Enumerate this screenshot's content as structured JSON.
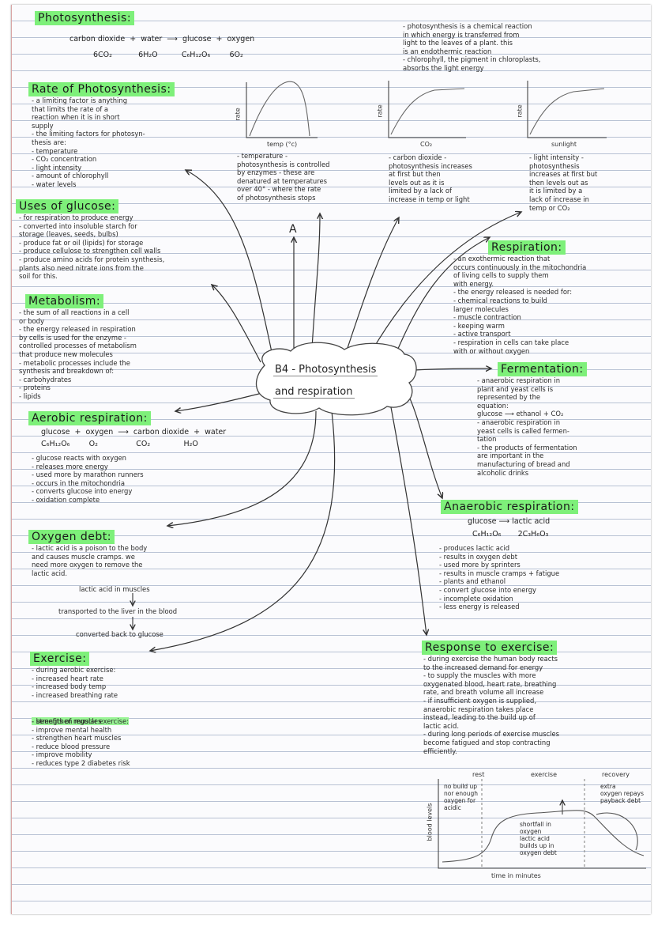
{
  "photosynthesis": {
    "title": "Photosynthesis:",
    "equation_words": "carbon dioxide  +  water  ⟶  glucose  +  oxygen",
    "equation_symbols": "6CO₂           6H₂O          C₆H₁₂O₆        6O₂",
    "notes": "- photosynthesis is a chemical reaction\n  in which energy is transferred from\n  light to the leaves of a plant. this\n  is an endothermic reaction\n- chlorophyll, the pigment in chloroplasts,\n  absorbs the light energy"
  },
  "rate": {
    "title": "Rate of Photosynthesis:",
    "notes": "- a limiting factor is anything\n  that limits the rate of a\n  reaction when it is in short\n  supply\n- the limiting factors for photosyn-\n  thesis are:\n  - temperature\n  - CO₂ concentration\n  - light intensity\n  - amount of chlorophyll\n  - water levels"
  },
  "graphs": [
    {
      "ylabel": "rate",
      "xlabel": "temp (°c)",
      "caption": "- temperature -\nphotosynthesis is controlled\nby enzymes - these are\ndenatured at temperatures\nover 40° - where the rate\nof photosynthesis stops"
    },
    {
      "ylabel": "rate",
      "xlabel": "CO₂",
      "caption": "- carbon dioxide -\nphotosynthesis increases\nat first but then\nlevels out as it is\nlimited by a lack of\nincrease in temp or light"
    },
    {
      "ylabel": "rate",
      "xlabel": "sunlight",
      "caption": "- light intensity -\nphotosynthesis\nincreases at first but\nthen levels out as\nit is limited by a\nlack of increase in\ntemp or CO₂"
    }
  ],
  "uses": {
    "title": "Uses of glucose:",
    "notes": "- for respiration to produce energy\n- converted into insoluble starch for\n  storage (leaves, seeds, bulbs)\n- produce fat or oil (lipids) for storage\n- produce cellulose to strengthen cell walls\n- produce amino acids for protein synthesis,\n  plants also need nitrate ions from the\n  soil for this."
  },
  "arrow_label": "A",
  "metabolism": {
    "title": "Metabolism:",
    "notes": "- the sum of all reactions in a cell\n  or body\n- the energy released in respiration\n  by cells is used for the enzyme -\n  controlled processes of metabolism\n  that produce new molecules\n- metabolic processes include the\n  synthesis and breakdown of:\n  - carbohydrates\n  - proteins\n  - lipids"
  },
  "center": {
    "line1": "B4 - Photosynthesis",
    "line2": "and respiration"
  },
  "respiration": {
    "title": "Respiration:",
    "notes": "- an exothermic reaction that\n  occurs continuously in the mitochondria\n  of living cells to supply them\n  with energy.\n- the energy released is needed for:\n  - chemical reactions to build\n    larger molecules\n  - muscle contraction\n  - keeping warm\n  - active transport\n- respiration in cells can take place\n  with or without oxygen"
  },
  "fermentation": {
    "title": "Fermentation:",
    "notes": "- anaerobic respiration in\n  plant and yeast cells is\n  represented by the\n  equation:\n  glucose ⟶ ethanol + CO₂\n- anaerobic respiration in\n  yeast cells is called fermen-\n  tation\n- the products of fermentation\n  are important in the\n  manufacturing of bread and\n  alcoholic drinks"
  },
  "aerobic": {
    "title": "Aerobic respiration:",
    "equation_words": "glucose  +  oxygen  ⟶  carbon dioxide  +  water",
    "equation_symbols": "C₆H₁₂O₆        O₂                CO₂              H₂O",
    "notes": "- glucose reacts with oxygen\n- releases more energy\n- used more by marathon runners\n- occurs in the mitochondria\n- converts glucose into energy\n- oxidation complete"
  },
  "anaerobic": {
    "title": "Anaerobic respiration:",
    "equation_words": "glucose ⟶ lactic acid",
    "equation_symbols": "C₆H₁₂O₆       2C₃H₆O₃",
    "notes": "- produces lactic acid\n- results in oxygen debt\n- used more by sprinters\n- results in muscle cramps + fatigue\n- plants and ethanol\n- convert glucose into energy\n- incomplete oxidation\n- less energy is released"
  },
  "oxygen_debt": {
    "title": "Oxygen debt:",
    "notes": "- lactic acid is a poison to the body\n  and causes muscle cramps. we\n  need more oxygen to remove the\n  lactic acid.",
    "flow": [
      "lactic acid in muscles",
      "transported to the liver in the blood",
      "converted back to glucose"
    ]
  },
  "exercise": {
    "title": "Exercise:",
    "notes": "- during aerobic exercise:\n  - increased heart rate\n  - increased body temp\n  - increased breathing rate",
    "benefits_title": "- benefits of regular exercise:",
    "benefits": "  - strengthen muscles\n  - improve mental health\n  - strengthen heart muscles\n  - reduce blood pressure\n  - improve mobility\n  - reduces type 2 diabetes risk"
  },
  "response": {
    "title": "Response to exercise:",
    "notes": "- during exercise the human body reacts\n  to the increased demand for energy\n- to supply the muscles with more\n  oxygenated blood, heart rate, breathing\n  rate, and breath volume all increase\n- if insufficient oxygen is supplied,\n  anaerobic respiration takes place\n  instead, leading to the build up of\n  lactic acid.\n- during long periods of exercise muscles\n  become fatigued and stop contracting\n  efficiently.",
    "graph": {
      "ylabel": "blood levels",
      "xlabel": "time in minutes",
      "phases": [
        "rest",
        "exercise",
        "recovery"
      ],
      "rest_note": "no build up\nnor enough\noxygen for\nacidic",
      "exercise_note": "shortfall in\noxygen\nlactic acid\nbuilds up in\noxygen debt",
      "recovery_note": "extra\noxygen repays\npayback debt"
    }
  }
}
